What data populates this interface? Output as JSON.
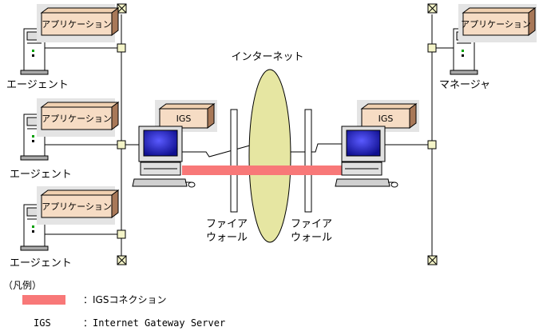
{
  "diagram": {
    "app_label": "アプリケーション",
    "igs_label": "IGS",
    "agent_label": "エージェント",
    "manager_label": "マネージャ",
    "internet_label": "インターネット",
    "firewall_line1": "ファイア",
    "firewall_line2": "ウォール"
  },
  "legend": {
    "title": "（凡例）",
    "igs_connection": "：IGSコネクション",
    "igs_term": "IGS",
    "igs_definition": "：Internet Gateway Server"
  },
  "colors": {
    "app_box": "#f6dcc4",
    "app_shadow": "#e4e4e4",
    "connection": "#f87878",
    "cloud": "#e6e6a2",
    "terminator": "#f4f4c8",
    "screen": "#1a1aa8"
  }
}
